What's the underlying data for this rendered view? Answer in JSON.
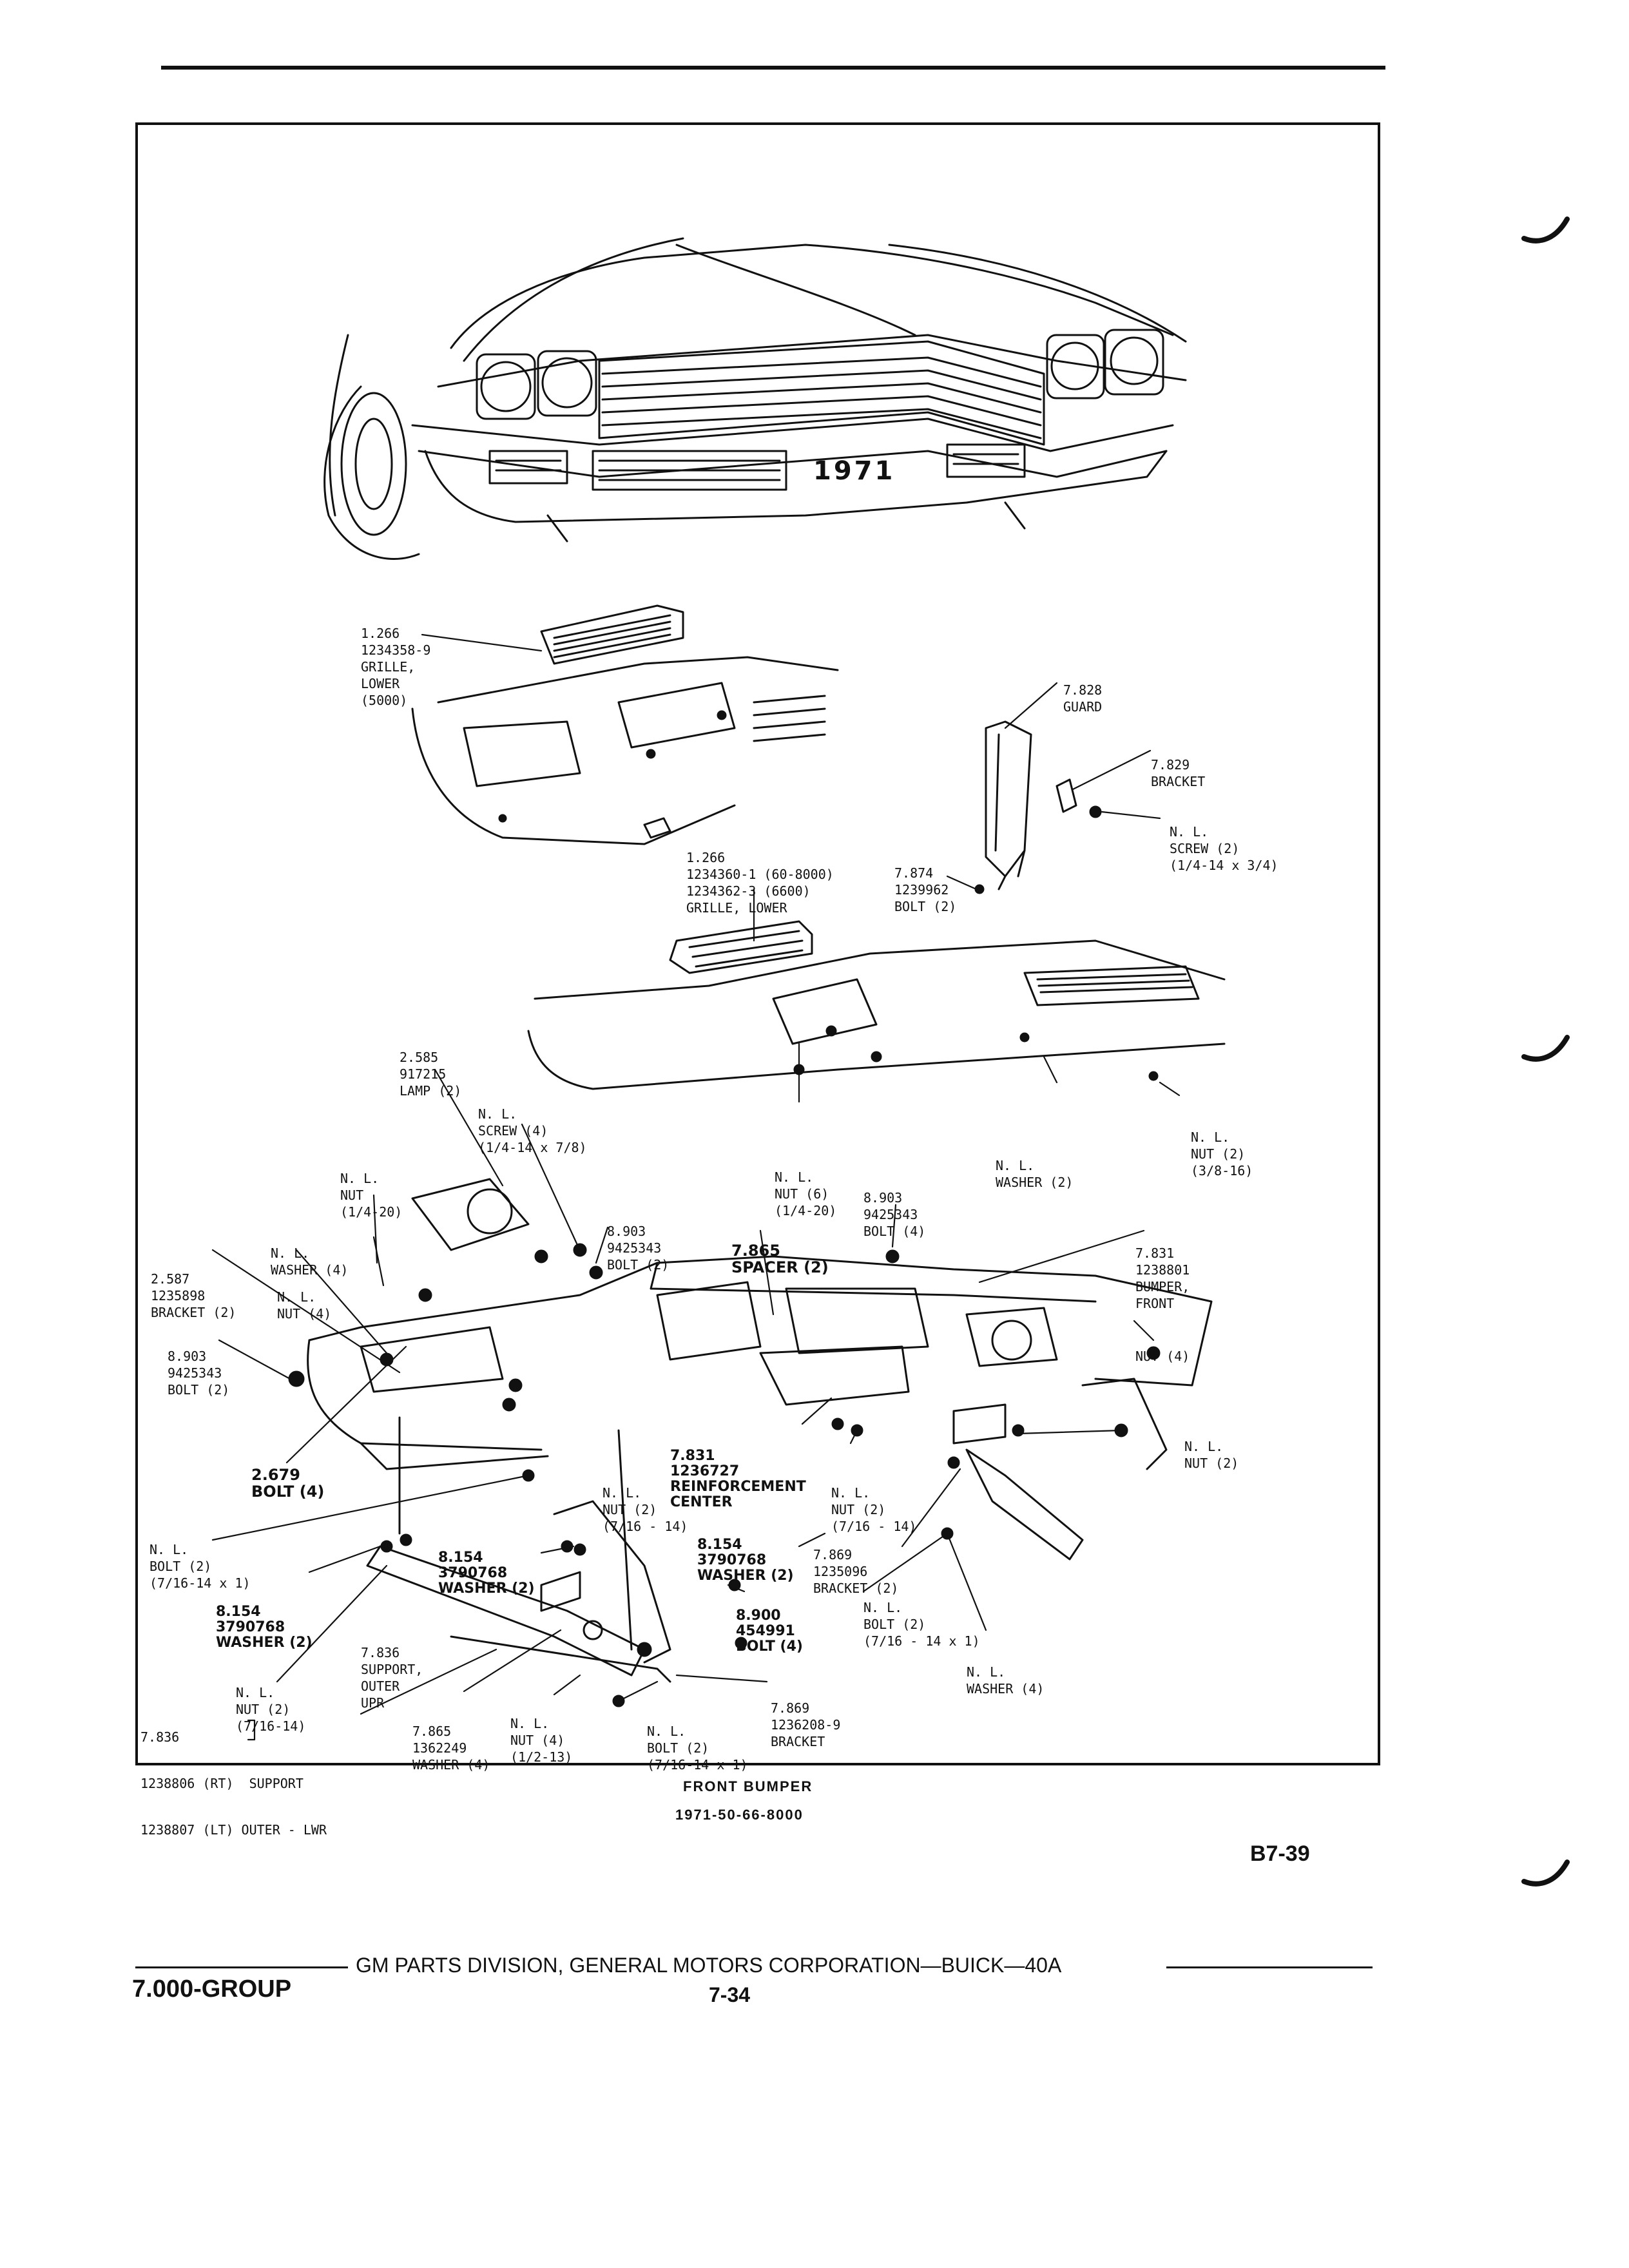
{
  "caption": {
    "title": "FRONT BUMPER",
    "subtitle": "1971-50-66-8000"
  },
  "page_code": "B7-39",
  "footer": {
    "division": "GM PARTS DIVISION, GENERAL MOTORS CORPORATION—BUICK—40A",
    "group": "7.000-GROUP",
    "page": "7-34"
  },
  "car_plate": "1971",
  "callouts": {
    "grille_upper": [
      "1.266",
      "1234358-9",
      "GRILLE,",
      "LOWER",
      "(5000)"
    ],
    "guard": [
      "7.828",
      "GUARD"
    ],
    "bracket_829": [
      "7.829",
      "BRACKET"
    ],
    "screw_guard": [
      "N. L.",
      "SCREW (2)",
      "(1/4-14 x 3/4)"
    ],
    "grille_lower": [
      "1.266",
      "1234360-1 (60-8000)",
      "1234362-3 (6600)",
      "GRILLE, LOWER"
    ],
    "bolt_874": [
      "7.874",
      "1239962",
      "BOLT (2)"
    ],
    "lamp": [
      "2.585",
      "917215",
      "LAMP (2)"
    ],
    "screw_lamp": [
      "N. L.",
      "SCREW (4)",
      "(1/4-14 x 7/8)"
    ],
    "nut_lamp": [
      "N. L.",
      "NUT",
      "(1/4-20)"
    ],
    "nut_6": [
      "N. L.",
      "NUT (6)",
      "(1/4-20)"
    ],
    "bolt_903_right": [
      "8.903",
      "9425343",
      "BOLT (4)"
    ],
    "washer_2_right": [
      "N. L.",
      "WASHER (2)"
    ],
    "nut_38": [
      "N. L.",
      "NUT (2)",
      "(3/8-16)"
    ],
    "washer_4_left": [
      "N. L.",
      "WASHER (4)"
    ],
    "bolt_903_center": [
      "8.903",
      "9425343",
      "BOLT (2)"
    ],
    "spacer": [
      "7.865",
      "SPACER (2)"
    ],
    "bumper": [
      "7.831",
      "1238801",
      "BUMPER,",
      "FRONT"
    ],
    "bracket_587": [
      "2.587",
      "1235898",
      "BRACKET (2)"
    ],
    "nut_4_left": [
      "N. L.",
      "NUT (4)"
    ],
    "nut_4_right": [
      "NUT (4)"
    ],
    "bolt_903_left": [
      "8.903",
      "9425343",
      "BOLT (2)"
    ],
    "bolt_679": [
      "2.679",
      "BOLT (4)"
    ],
    "reinforcement": [
      "7.831",
      "1236727",
      "REINFORCEMENT",
      "CENTER"
    ],
    "nut_716_a": [
      "N. L.",
      "NUT (2)",
      "(7/16 - 14)"
    ],
    "nut_716_b": [
      "N. L.",
      "NUT (2)",
      "(7/16 - 14)"
    ],
    "nut_2_far": [
      "N. L.",
      "NUT (2)"
    ],
    "bolt_716_left": [
      "N. L.",
      "BOLT (2)",
      "(7/16-14 x 1)"
    ],
    "washer_154_a": [
      "8.154",
      "3790768",
      "WASHER (2)"
    ],
    "washer_154_b": [
      "8.154",
      "3790768",
      "WASHER (2)"
    ],
    "washer_154_left": [
      "8.154",
      "3790768",
      "WASHER (2)"
    ],
    "bracket_869": [
      "7.869",
      "1235096",
      "BRACKET (2)"
    ],
    "bolt_900": [
      "8.900",
      "454991",
      "BOLT (4)"
    ],
    "bolt_716_right": [
      "N. L.",
      "BOLT (2)",
      "(7/16 - 14 x 1)"
    ],
    "support_upr": [
      "7.836",
      "SUPPORT,",
      "OUTER",
      "UPR"
    ],
    "nut_716_left": [
      "N. L.",
      "NUT (2)",
      "(7/16-14)"
    ],
    "washer_4_right": [
      "N. L.",
      "WASHER (4)"
    ],
    "support_lwr": [
      "7.836",
      "1238806 (RT)",
      "1238807 (LT)",
      "SUPPORT",
      "OUTER - LWR"
    ],
    "washer_865": [
      "7.865",
      "1362249",
      "WASHER (4)"
    ],
    "nut_12": [
      "N. L.",
      "NUT (4)",
      "(1/2-13)"
    ],
    "bolt_716_bottom": [
      "N. L.",
      "BOLT (2)",
      "(7/16-14 x 1)"
    ],
    "bracket_869_b": [
      "7.869",
      "1236208-9",
      "BRACKET"
    ]
  }
}
